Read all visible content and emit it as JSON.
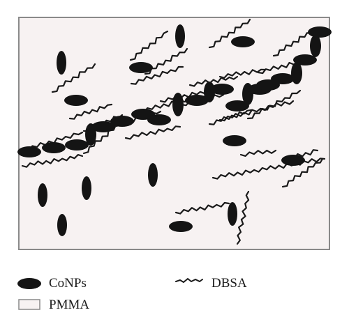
{
  "legend": {
    "conp_label": "CoNPs",
    "pmma_label": "PMMA",
    "dbsa_label": "DBSA"
  },
  "colors": {
    "matrix_fill": "#f7f2f2",
    "matrix_border": "#8a8a8a",
    "particle": "#141414",
    "fiber": "#1a1a1a"
  },
  "icons": {
    "conp": "black-ellipse",
    "pmma": "light-rectangle",
    "dbsa": "jagged-fiber-line"
  }
}
